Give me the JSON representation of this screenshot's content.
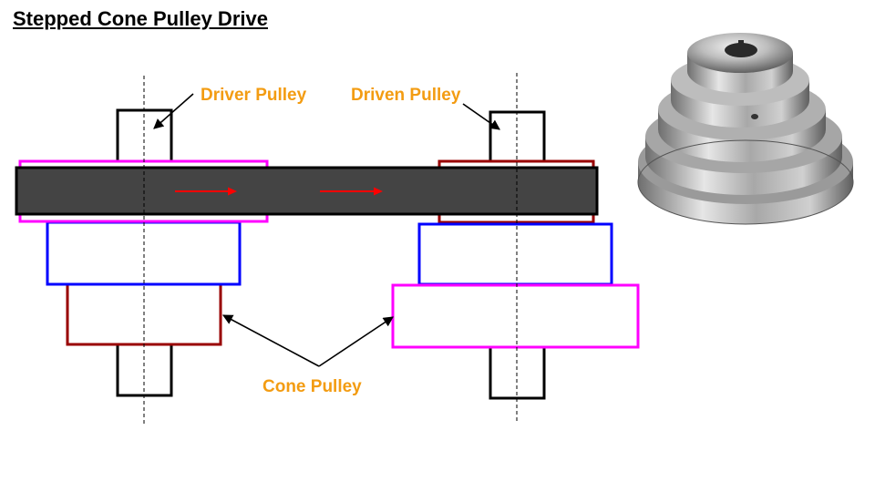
{
  "page": {
    "title": "Stepped Cone Pulley Drive"
  },
  "labels": {
    "driver_pulley": "Driver Pulley",
    "driven_pulley": "Driven Pulley",
    "cone_pulley": "Cone Pulley"
  },
  "colors": {
    "label": "#f39c12",
    "belt": "#444444",
    "belt_arrow": "#ff0000",
    "step_magenta": "#ff00ff",
    "step_blue": "#0000ff",
    "step_darkred": "#990000",
    "shaft": "#000000"
  },
  "photo": {
    "subject": "stepped-cone-pulley-photo"
  }
}
